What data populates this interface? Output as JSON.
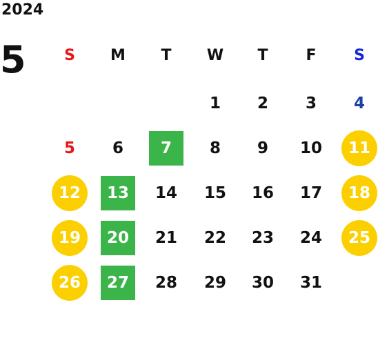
{
  "header": {
    "year": "2024",
    "month": "5"
  },
  "colors": {
    "sunday": "#e8161b",
    "saturday": "#1a3fa6",
    "saturday_header": "#1428d6",
    "text": "#111111",
    "highlight_square": "#3bb54a",
    "highlight_circle": "#fcd000"
  },
  "weekdays": [
    "S",
    "M",
    "T",
    "W",
    "T",
    "F",
    "S"
  ],
  "weeks": [
    [
      {
        "day": ""
      },
      {
        "day": ""
      },
      {
        "day": ""
      },
      {
        "day": "1"
      },
      {
        "day": "2"
      },
      {
        "day": "3"
      },
      {
        "day": "4"
      }
    ],
    [
      {
        "day": "5"
      },
      {
        "day": "6"
      },
      {
        "day": "7",
        "mark": "square"
      },
      {
        "day": "8"
      },
      {
        "day": "9"
      },
      {
        "day": "10"
      },
      {
        "day": "11",
        "mark": "circle"
      }
    ],
    [
      {
        "day": "12",
        "mark": "circle"
      },
      {
        "day": "13",
        "mark": "square"
      },
      {
        "day": "14"
      },
      {
        "day": "15"
      },
      {
        "day": "16"
      },
      {
        "day": "17"
      },
      {
        "day": "18",
        "mark": "circle"
      }
    ],
    [
      {
        "day": "19",
        "mark": "circle"
      },
      {
        "day": "20",
        "mark": "square"
      },
      {
        "day": "21"
      },
      {
        "day": "22"
      },
      {
        "day": "23"
      },
      {
        "day": "24"
      },
      {
        "day": "25",
        "mark": "circle"
      }
    ],
    [
      {
        "day": "26",
        "mark": "circle"
      },
      {
        "day": "27",
        "mark": "square"
      },
      {
        "day": "28"
      },
      {
        "day": "29"
      },
      {
        "day": "30"
      },
      {
        "day": "31"
      },
      {
        "day": ""
      }
    ]
  ]
}
